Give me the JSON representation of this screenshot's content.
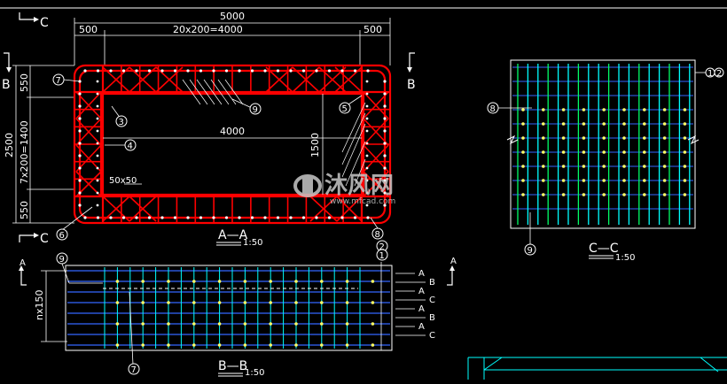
{
  "drawing": {
    "dims": {
      "overall_width": "5000",
      "edge_left": "500",
      "edge_right": "500",
      "spacing_top": "20x200=4000",
      "overall_height": "2500",
      "side_top": "550",
      "side_bottom": "550",
      "spacing_side": "7x200=1400",
      "inner_width": "4000",
      "inner_height": "1500",
      "chamfer": "50x50",
      "bottom_spacing": "nx150"
    },
    "callouts": {
      "c1": "1",
      "c2": "2",
      "c3": "3",
      "c4": "4",
      "c5": "5",
      "c6": "6",
      "c7": "7",
      "c8": "8",
      "c9": "9"
    },
    "section_markers": {
      "b_left": "B",
      "b_right": "B",
      "c_top": "C",
      "c_bottom": "C",
      "a_left": "A",
      "a_right": "A"
    },
    "views": {
      "aa": "A—A",
      "bb": "B—B",
      "cc": "C—C",
      "scale": "1:50"
    },
    "row_labels": [
      "A",
      "B",
      "A",
      "C",
      "A",
      "B",
      "A",
      "C"
    ],
    "watermark": {
      "brand": "沐风网",
      "url": "www.mfcad.com"
    },
    "colors": {
      "frame_red": "#ff0000",
      "rebar_cyan": "#00ffff",
      "rebar_green": "#00ff66",
      "rebar_blue": "#3366ff",
      "dots_yellow": "#ffff66",
      "lines_white": "#ffffff"
    }
  }
}
